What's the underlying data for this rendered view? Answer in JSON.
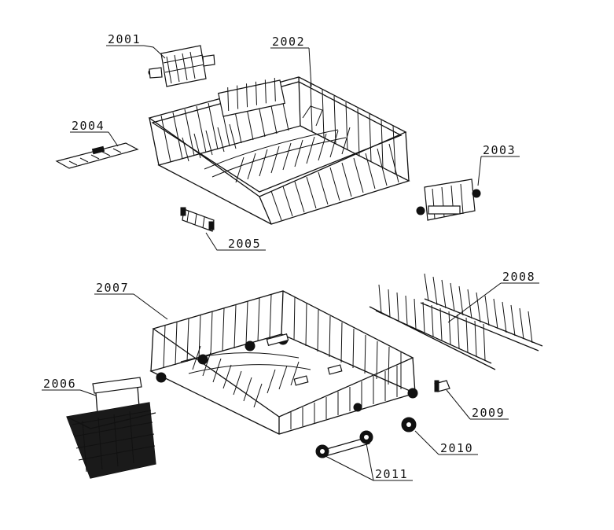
{
  "labels": {
    "p2001": "2001",
    "p2002": "2002",
    "p2003": "2003",
    "p2004": "2004",
    "p2005": "2005",
    "p2006": "2006",
    "p2007": "2007",
    "p2008": "2008",
    "p2009": "2009",
    "p2010": "2010",
    "p2011": "2011"
  }
}
